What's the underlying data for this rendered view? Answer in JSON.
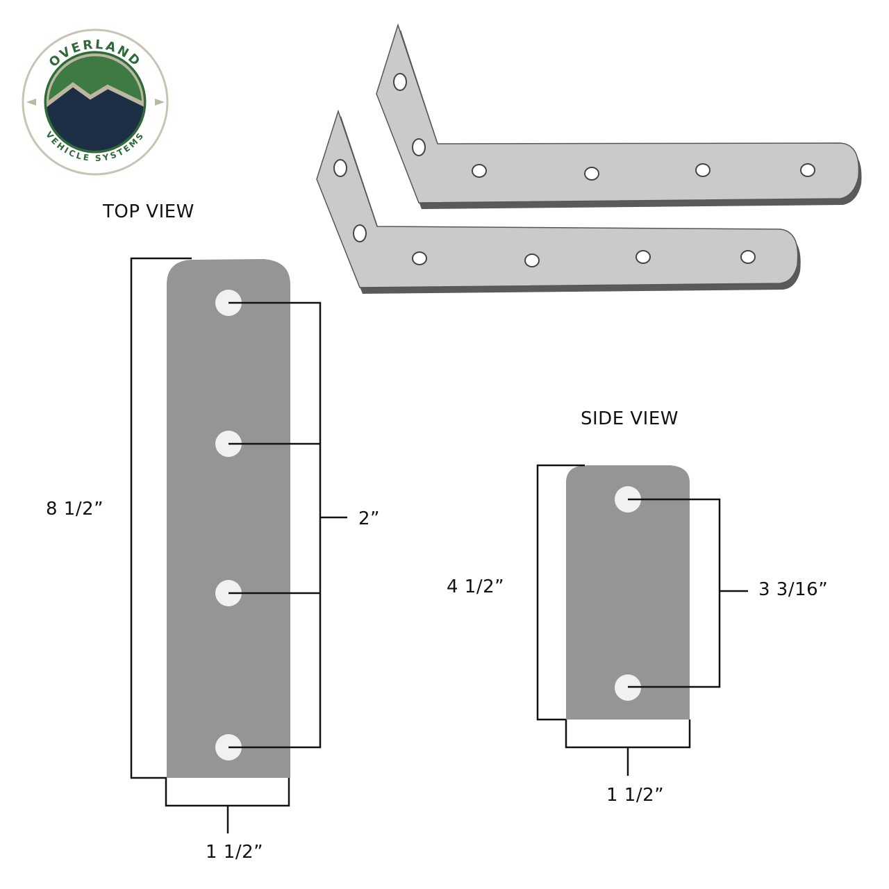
{
  "logo": {
    "top_text": "OVERLAND",
    "bottom_text": "VEHICLE SYSTEMS",
    "colors": {
      "green": "#3e7a43",
      "navy": "#1c2f45",
      "tan": "#bdb6a0",
      "text_green": "#2d6a38"
    }
  },
  "top_view": {
    "title": "TOP VIEW",
    "length_label": "8 1/2”",
    "spacing_label": "2”",
    "width_label": "1 1/2”",
    "hole_count": 4
  },
  "side_view": {
    "title": "SIDE VIEW",
    "length_label": "4 1/2”",
    "spacing_label": "3 3/16”",
    "width_label": "1 1/2”",
    "hole_count": 2
  },
  "render": {
    "description": "Two L-shaped metal mounting brackets",
    "bracket_count": 2,
    "holes_per_bracket": 6
  },
  "colors": {
    "plate": "#959596",
    "hole": "#f1f1f1",
    "bracket": "#cacaca",
    "bracket_edge": "#6d6d6d",
    "line": "#111111"
  }
}
